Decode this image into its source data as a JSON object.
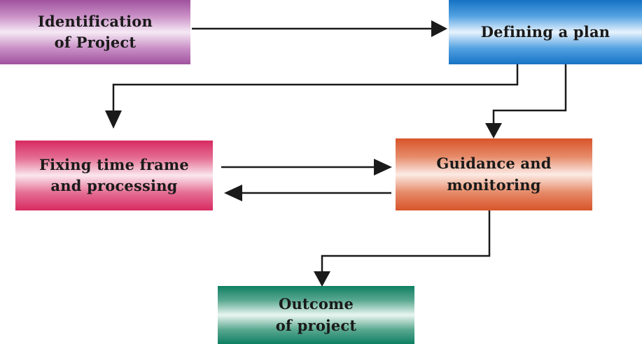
{
  "nodes": {
    "identification": {
      "label": "Identification\nof Project"
    },
    "defining": {
      "label": "Defining a plan"
    },
    "fixing": {
      "label": "Fixing time frame\nand processing"
    },
    "guidance": {
      "label": "Guidance and\nmonitoring"
    },
    "outcome": {
      "label": "Outcome\nof project"
    }
  },
  "edges": [
    {
      "from": "Identification of Project",
      "to": "Defining a plan"
    },
    {
      "from": "Defining a plan",
      "to": "Fixing time frame and processing"
    },
    {
      "from": "Defining a plan",
      "to": "Guidance and monitoring"
    },
    {
      "from": "Fixing time frame and processing",
      "to": "Guidance and monitoring"
    },
    {
      "from": "Guidance and monitoring",
      "to": "Fixing time frame and processing"
    },
    {
      "from": "Guidance and monitoring",
      "to": "Outcome of project"
    }
  ],
  "colors": {
    "identification": "#a0529e",
    "defining": "#1572c4",
    "fixing": "#d72a61",
    "guidance": "#d8542a",
    "outcome": "#0e7f62",
    "connector": "#1a1a1a"
  }
}
